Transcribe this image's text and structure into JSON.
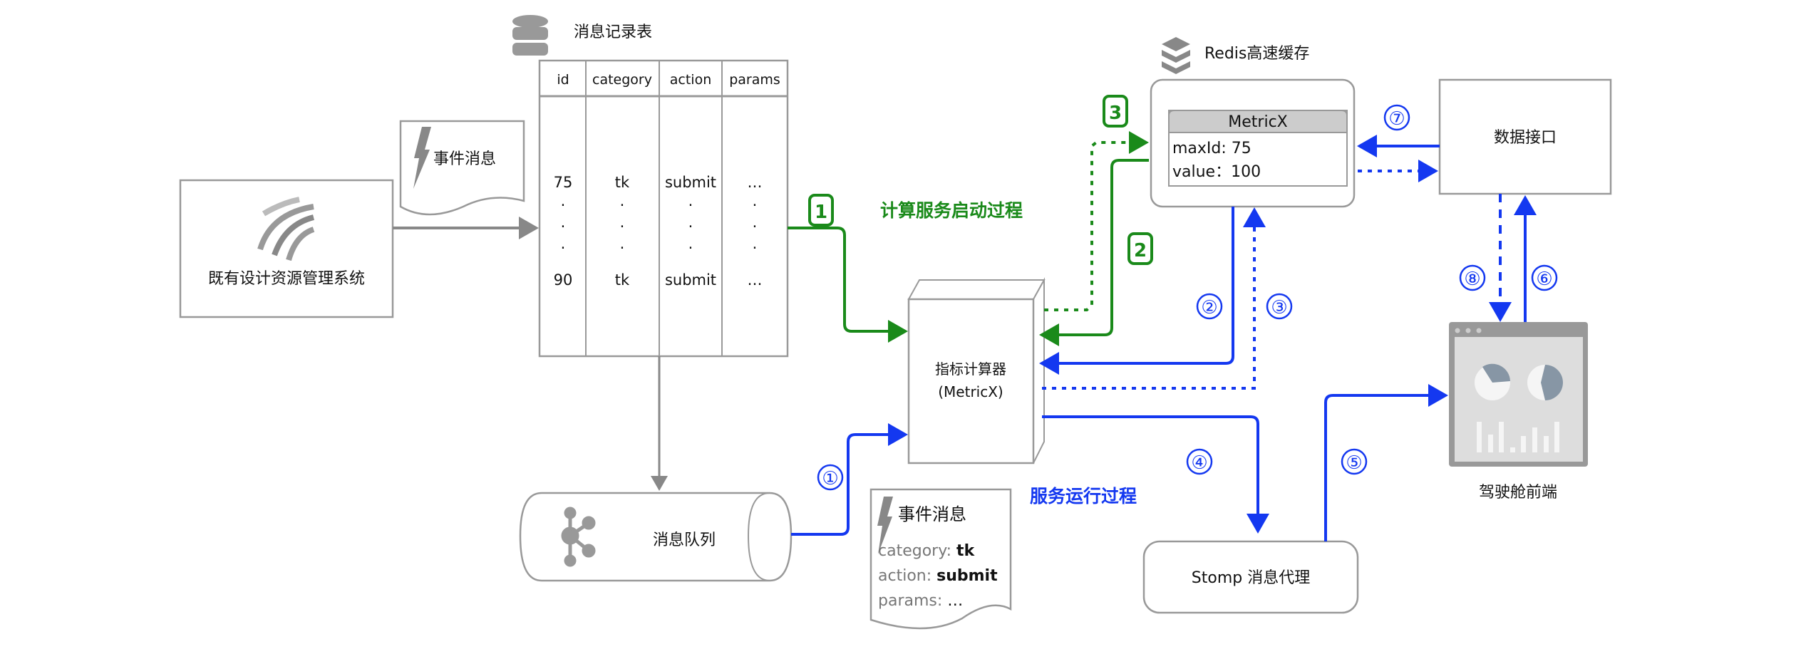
{
  "colors": {
    "startup_flow": "#1a8a1a",
    "runtime_flow": "#1438f0",
    "neutral": "#888888"
  },
  "legacy_system": {
    "label": "既有设计资源管理系统",
    "icon": "stripes-logo-icon"
  },
  "event_note_1": {
    "label": "事件消息",
    "icon": "lightning-icon"
  },
  "message_table": {
    "title": "消息记录表",
    "icon": "database-icon",
    "columns": [
      "id",
      "category",
      "action",
      "params"
    ],
    "rows": [
      [
        "75",
        "tk",
        "submit",
        "…"
      ],
      [
        "·",
        "·",
        "·",
        "·"
      ],
      [
        "·",
        "·",
        "·",
        "·"
      ],
      [
        "·",
        "·",
        "·",
        "·"
      ],
      [
        "90",
        "tk",
        "submit",
        "…"
      ]
    ]
  },
  "message_queue": {
    "label": "消息队列",
    "icon": "hub-icon"
  },
  "calculator": {
    "line1": "指标计算器",
    "line2": "(MetricX)"
  },
  "event_note_2": {
    "label": "事件消息",
    "icon": "lightning-icon",
    "fields": [
      {
        "key": "category: ",
        "value": "tk"
      },
      {
        "key": "action: ",
        "value": "submit"
      },
      {
        "key": "params: ",
        "value": "…"
      }
    ]
  },
  "redis": {
    "title": "Redis高速缓存",
    "icon": "redis-icon",
    "entry": {
      "name": "MetricX",
      "fields": [
        "maxId:  75",
        "value：100"
      ]
    }
  },
  "data_api": {
    "label": "数据接口"
  },
  "stomp": {
    "label": "Stomp 消息代理"
  },
  "cockpit": {
    "label": "驾驶舱前端",
    "icon": "dashboard-window-icon"
  },
  "flows": {
    "startup": {
      "label": "计算服务启动过程",
      "steps": [
        "1",
        "2",
        "3"
      ]
    },
    "runtime": {
      "label": "服务运行过程",
      "steps": [
        "①",
        "②",
        "③",
        "④",
        "⑤",
        "⑥",
        "⑦",
        "⑧"
      ]
    }
  }
}
